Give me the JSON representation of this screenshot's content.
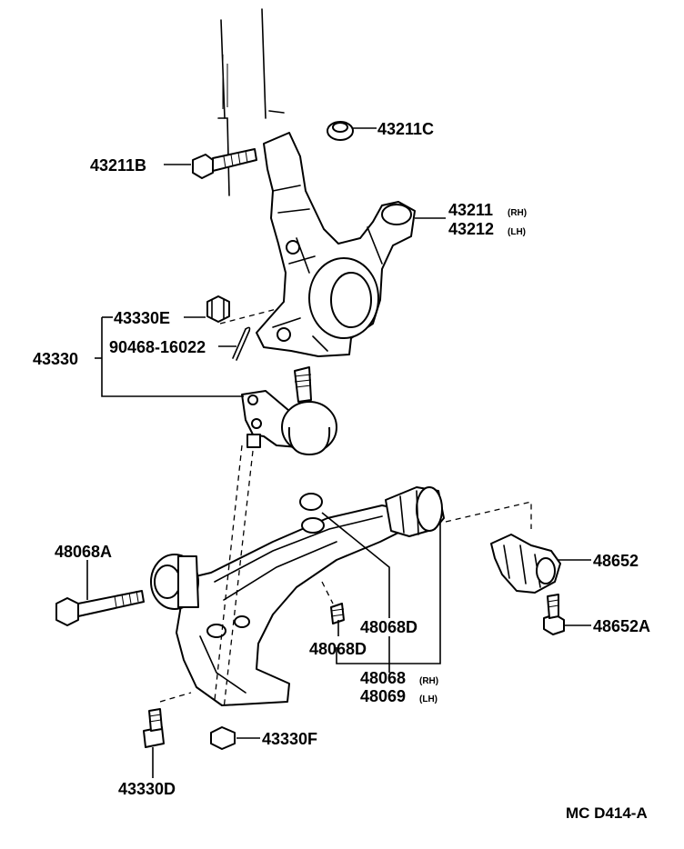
{
  "labels": {
    "p43211C": "43211C",
    "p43211B": "43211B",
    "p43211": "43211",
    "p43211_side": "(RH)",
    "p43212": "43212",
    "p43212_side": "(LH)",
    "p43330E": "43330E",
    "p90468": "90468-16022",
    "p43330": "43330",
    "p48068A": "48068A",
    "p48652": "48652",
    "p48652A": "48652A",
    "p48068D_1": "48068D",
    "p48068D_2": "48068D",
    "p48068": "48068",
    "p48068_side": "(RH)",
    "p48069": "48069",
    "p48069_side": "(LH)",
    "p43330F": "43330F",
    "p43330D": "43330D",
    "diagram_code": "MC D414-A"
  }
}
